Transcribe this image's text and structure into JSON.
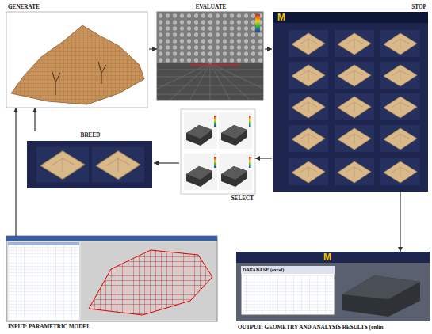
{
  "diagram": {
    "nodes": [
      {
        "text": [
          "GENERATE"
        ]
      },
      {
        "text": [
          "EVALUATE"
        ]
      },
      {
        "text": [
          "STOP"
        ]
      },
      {
        "text": [
          "BREED"
        ]
      },
      {
        "text": [
          "SELECT"
        ]
      },
      {
        "text": [
          "INPUT: PARAMETRIC MODEL"
        ]
      },
      {
        "text": [
          "OUTPUT: GEOMETRY AND ANALYSIS RESULTS (onlin"
        ]
      },
      {
        "text": [
          "DATABASE (excel)"
        ],
        "in": 6
      }
    ],
    "edges": [
      {
        "from": 0,
        "to": 1,
        "arrow": "to"
      },
      {
        "from": 1,
        "to": 2,
        "arrow": "to"
      },
      {
        "from": 2,
        "to": 4,
        "arrow": "to"
      },
      {
        "from": 4,
        "to": 3,
        "arrow": "to"
      },
      {
        "from": 3,
        "to": 0,
        "arrow": "to"
      },
      {
        "from": 5,
        "to": 0,
        "arrow": "to"
      },
      {
        "from": 2,
        "to": 6,
        "arrow": "to"
      }
    ],
    "labels": [
      "M",
      "M"
    ]
  }
}
